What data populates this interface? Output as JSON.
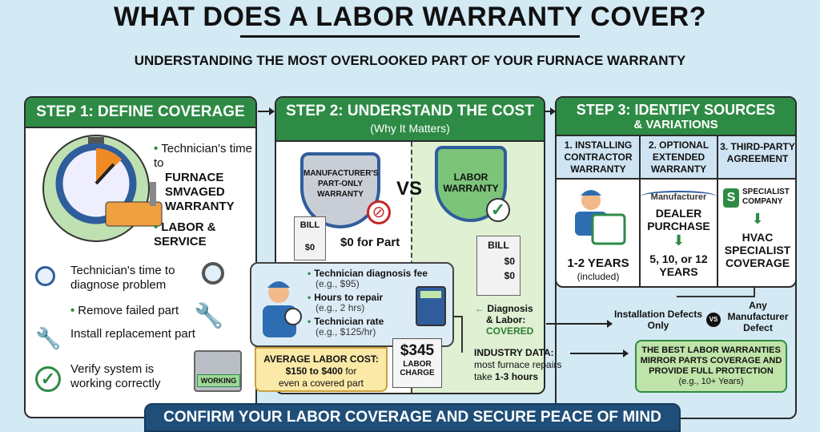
{
  "title": "WHAT DOES A LABOR WARRANTY COVER?",
  "subtitle": "UNDERSTANDING THE MOST OVERLOOKED PART OF YOUR FURNACE WARRANTY",
  "step1": {
    "header": "STEP 1:  DEFINE COVERAGE",
    "bullets": [
      "Technician's time to",
      "FURNACE SMVAGED WARRANTY",
      "LABOR & SERVICE"
    ],
    "items": [
      "Technician's time to diagnose problem",
      "Remove failed part",
      "Install replacement part",
      "Verify system is working correctly"
    ],
    "working_label": "WORKING"
  },
  "step2": {
    "header": "STEP 2: UNDERSTAND THE COST",
    "subheader": "(Why It Matters)",
    "shield_left": "MANUFACTURER'S PART-ONLY WARRANTY",
    "vs": "VS",
    "shield_right": "LABOR WARRANTY",
    "bill_left": {
      "title": "BILL",
      "amount": "$0"
    },
    "part_text": "$0 for Part",
    "bill_right": {
      "title": "BILL",
      "amounts": [
        "$0",
        "$0"
      ]
    },
    "cost_items": [
      {
        "label": "Technician diagnosis fee",
        "example": "(e.g., $95)"
      },
      {
        "label": "Hours to repair",
        "example": "(e.g., 2 hrs)"
      },
      {
        "label": "Technician rate",
        "example": "(e.g., $125/hr)"
      }
    ],
    "avg_title": "AVERAGE LABOR COST:",
    "avg_range": "$150 to $400",
    "avg_suffix": " for",
    "avg_line3": "even a covered part",
    "charge_amount": "$345",
    "charge_label": "LABOR CHARGE",
    "covered_line1": "Diagnosis",
    "covered_line2": "& Labor:",
    "covered_line3": "COVERED",
    "industry_title": "INDUSTRY DATA:",
    "industry_line2": "most furnace repairs",
    "industry_line3a": "take ",
    "industry_line3b": "1-3 hours"
  },
  "step3": {
    "header": "STEP 3:  IDENTIFY SOURCES",
    "subheader": "& VARIATIONS",
    "columns": [
      {
        "title": "1. INSTALLING CONTRACTOR WARRANTY",
        "value": "1-2 YEARS",
        "note": "(included)"
      },
      {
        "title": "2. OPTIONAL EXTENDED WARRANTY",
        "logo": "Manufacturer",
        "mid": "DEALER PURCHASE",
        "value": "5, 10, or 12 YEARS"
      },
      {
        "title": "3. THIRD-PARTY AGREEMENT",
        "logo": "SPECIALIST COMPANY",
        "value": "HVAC SPECIALIST COVERAGE"
      }
    ],
    "compare_left": "Installation Defects Only",
    "compare_vs": "VS",
    "compare_right": "Any Manufacturer Defect",
    "best_text": "THE BEST LABOR WARRANTIES MIRROR PARTS COVERAGE AND PROVIDE FULL PROTECTION",
    "best_note": "(e.g., 10+ Years)"
  },
  "banner": "CONFIRM YOUR LABOR COVERAGE AND SECURE PEACE OF MIND",
  "colors": {
    "green": "#2e8b45",
    "navy": "#1f4e79",
    "background": "#d3e9f4",
    "yellow": "#fbe9a8",
    "light_green": "#dff0d3"
  }
}
